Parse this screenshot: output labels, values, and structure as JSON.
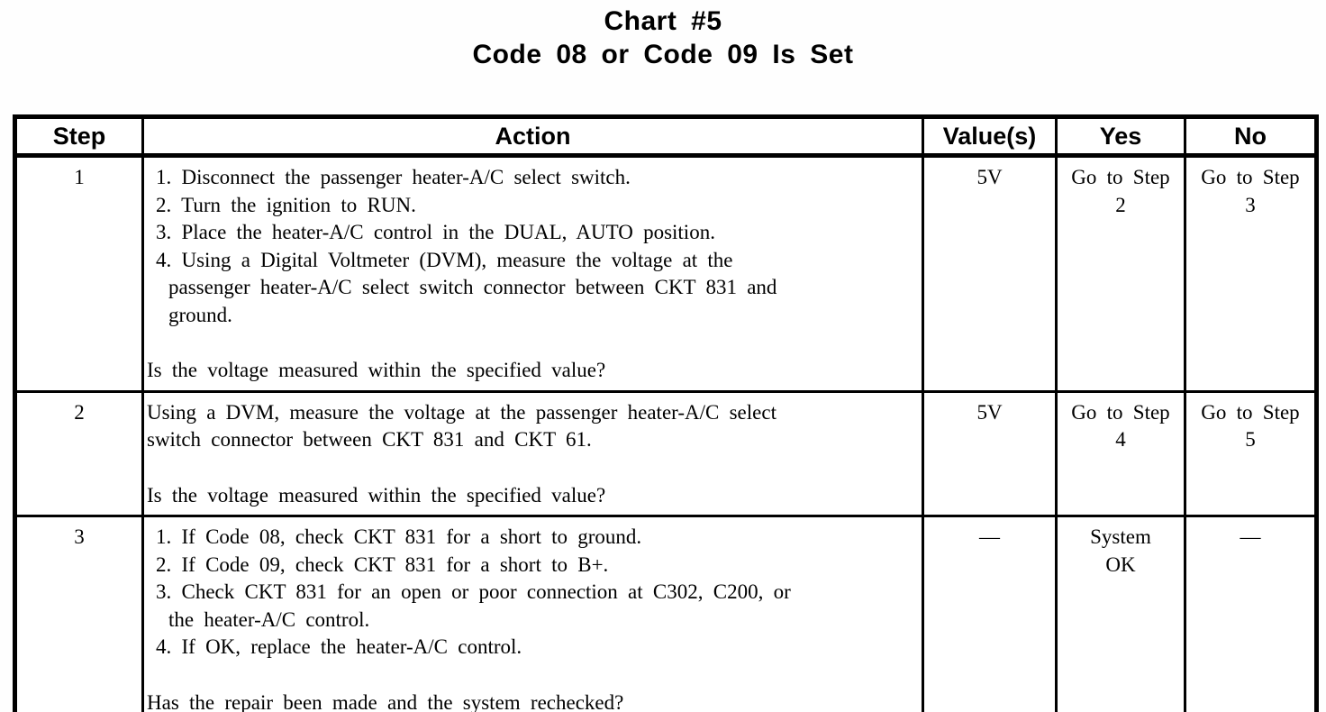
{
  "page": {
    "title_line1": "Chart #5",
    "title_line2": "Code 08 or Code 09 Is Set"
  },
  "table": {
    "headers": {
      "step": "Step",
      "action": "Action",
      "values": "Value(s)",
      "yes": "Yes",
      "no": "No"
    },
    "rows": [
      {
        "step": "1",
        "items": [
          "1. Disconnect the passenger heater-A/C select switch.",
          "2. Turn the ignition to RUN.",
          "3. Place the heater-A/C control in the DUAL, AUTO position.",
          "4. Using a Digital Voltmeter (DVM), measure the voltage at the\npassenger heater-A/C select switch connector between CKT 831 and\nground."
        ],
        "question": "Is the voltage measured within the specified value?",
        "value": "5V",
        "yes": "Go to Step\n2",
        "no": "Go to Step\n3"
      },
      {
        "step": "2",
        "paragraph": "Using a DVM, measure the voltage at the passenger heater-A/C select\nswitch connector between CKT 831 and CKT 61.",
        "question": "Is the voltage measured within the specified value?",
        "value": "5V",
        "yes": "Go to Step\n4",
        "no": "Go to Step\n5"
      },
      {
        "step": "3",
        "items": [
          "1. If Code 08, check CKT 831 for a short to ground.",
          "2. If Code 09, check CKT 831 for a short to B+.",
          "3. Check CKT 831 for an open or poor connection at C302, C200, or\nthe heater-A/C control.",
          "4. If OK, replace the heater-A/C control."
        ],
        "question": "Has the repair been made and the system rechecked?",
        "value": "—",
        "yes": "System\nOK",
        "no": "—"
      }
    ]
  }
}
